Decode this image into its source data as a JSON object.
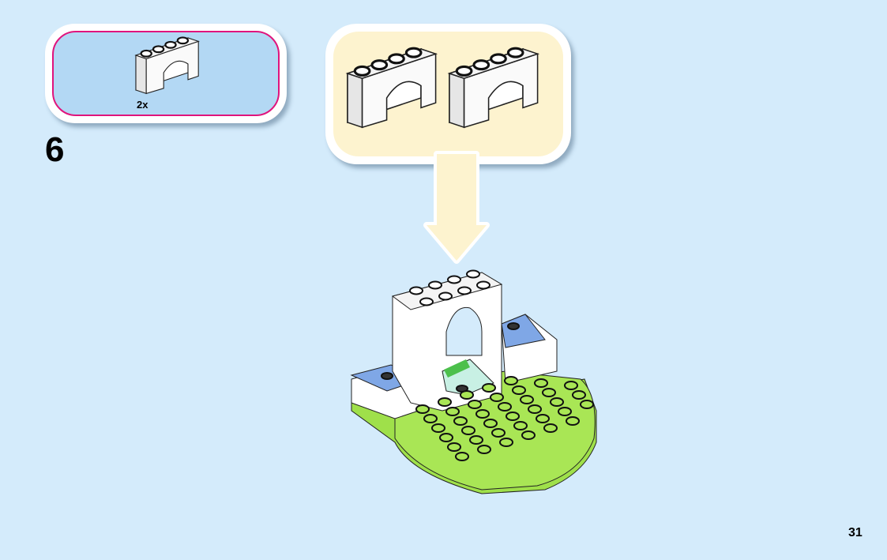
{
  "step": {
    "number": "6"
  },
  "parts_list": {
    "items": [
      {
        "part": "white-arch-1x4",
        "count": "2x"
      }
    ]
  },
  "callout": {
    "parts": [
      "white-arch-1x4",
      "white-arch-1x4"
    ]
  },
  "page": {
    "number": "31"
  },
  "colors": {
    "background": "#d4ebfb",
    "parts_box": "#b3d8f4",
    "parts_border": "#e0147c",
    "callout": "#fdf3cf",
    "plate_green": "#9fe04a",
    "tile_blue": "#7fa7e6"
  }
}
